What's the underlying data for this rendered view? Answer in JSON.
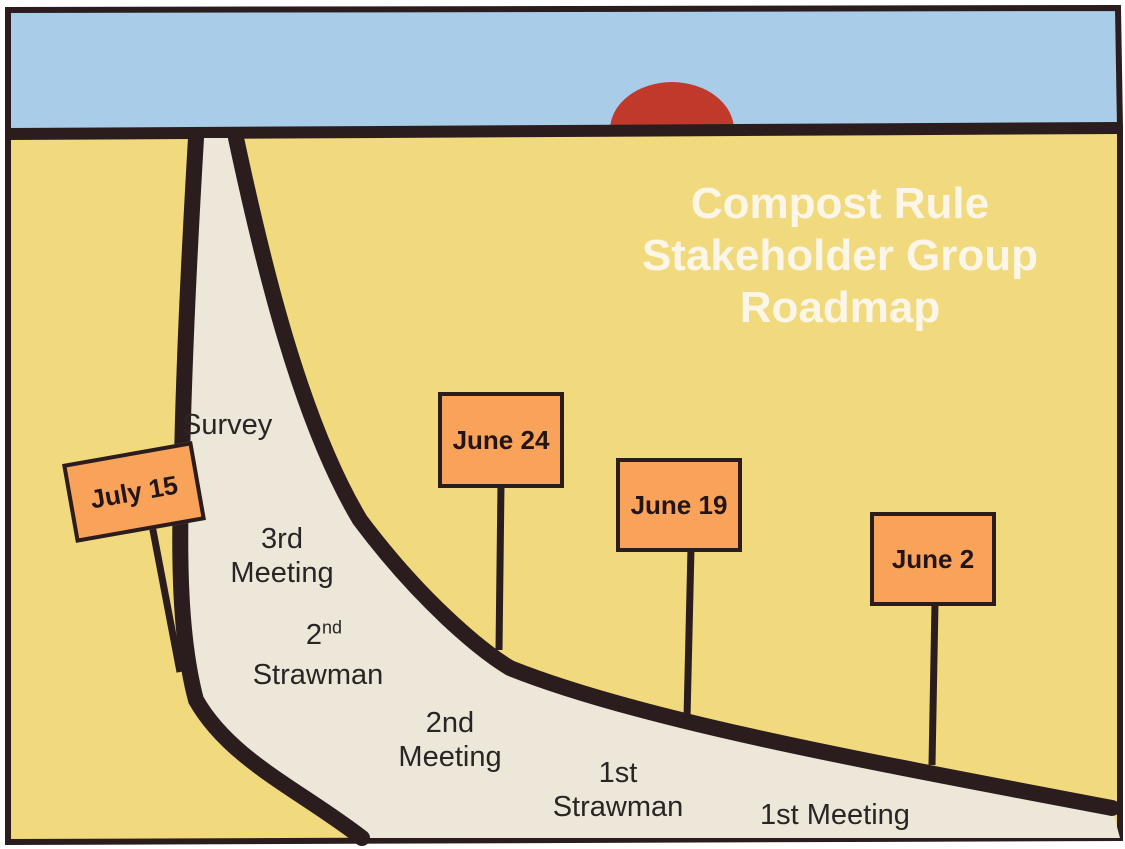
{
  "title": {
    "line1": "Compost Rule",
    "line2": "Stakeholder Group",
    "line3": "Roadmap"
  },
  "signs": {
    "july15": "July 15",
    "june24": "June 24",
    "june19": "June 19",
    "june2": "June 2"
  },
  "road_labels": {
    "survey": "Survey",
    "third_meeting_1": "3rd",
    "third_meeting_2": "Meeting",
    "second_strawman_num": "2",
    "second_strawman_sup": "nd",
    "second_strawman_word": "Strawman",
    "second_meeting_1": "2nd",
    "second_meeting_2": "Meeting",
    "first_strawman_1": "1st",
    "first_strawman_2": "Strawman",
    "first_meeting": "1st Meeting"
  },
  "colors": {
    "sky": "#a9cde8",
    "ground": "#f1d97d",
    "road": "#ece7d9",
    "sun": "#c0392b",
    "sign": "#f9a25a",
    "outline": "#2b1d1d",
    "title_text": "#fbf6e8"
  }
}
